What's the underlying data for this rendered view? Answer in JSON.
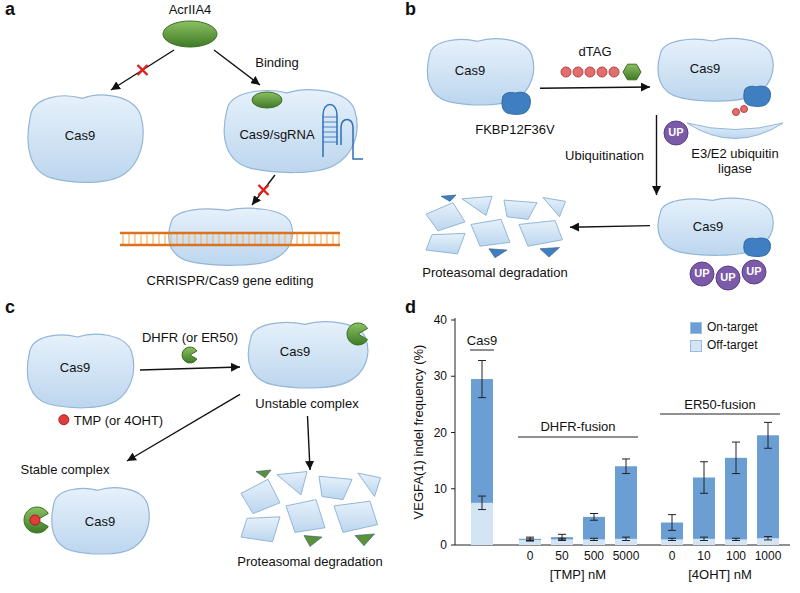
{
  "diagram": {
    "nodes": [
      {
        "text": [
          "AcrIIA4"
        ]
      },
      {
        "text": [
          "Cas9"
        ]
      },
      {
        "text": [
          "Cas9/sgRNA"
        ]
      },
      {
        "text": [
          "CRRISPR/Cas9 gene editing"
        ]
      },
      {
        "text": [
          "Cas9"
        ]
      },
      {
        "text": [
          "Cas9"
        ]
      },
      {
        "text": [
          "E3/E2 ubiquitin ligase"
        ]
      },
      {
        "text": [
          "UP"
        ]
      },
      {
        "text": [
          "Cas9"
        ]
      },
      {
        "text": [
          "UP"
        ]
      },
      {
        "text": [
          "UP"
        ]
      },
      {
        "text": [
          "UP"
        ]
      },
      {
        "text": [
          "Proteasomal degradation"
        ]
      },
      {
        "text": [
          "Cas9"
        ]
      },
      {
        "text": [
          "Cas9",
          "Unstable complex"
        ]
      },
      {
        "text": [
          "Stable complex",
          "Cas9"
        ]
      },
      {
        "text": [
          "Proteasomal degradation"
        ]
      }
    ],
    "edges": [
      {
        "from": 0,
        "to": 1,
        "arrow": "to"
      },
      {
        "from": 0,
        "to": 2,
        "label": "Binding",
        "arrow": "to"
      },
      {
        "from": 2,
        "to": 3,
        "arrow": "to"
      },
      {
        "from": 4,
        "to": 5,
        "arrow": "to"
      },
      {
        "from": 5,
        "to": 8,
        "label": "Ubiquitination",
        "arrow": "to"
      },
      {
        "from": 8,
        "to": 12,
        "arrow": "to"
      },
      {
        "from": 13,
        "to": 14,
        "label": "DHFR (or ER50)",
        "arrow": "to"
      },
      {
        "from": 14,
        "to": 15,
        "label": "TMP (or 4OHT)",
        "arrow": "to"
      },
      {
        "from": 14,
        "to": 16,
        "arrow": "to"
      }
    ],
    "labels": [
      "a",
      "b",
      "c",
      "d",
      "dTAG",
      "FKBP12F36V",
      "40",
      "30",
      "20",
      "10",
      "0",
      "VEGFA(1) indel frequency (%)",
      "Cas9",
      "DHFR-fusion",
      "ER50-fusion",
      "0",
      "50",
      "500",
      "5000",
      "0",
      "10",
      "100",
      "1000",
      "[TMP] nM",
      "[4OHT] nM"
    ],
    "legend": [
      {
        "text": "On-target",
        "color": "#6b9fd4"
      },
      {
        "text": "Off-target",
        "color": "#d3e5f5"
      }
    ]
  }
}
